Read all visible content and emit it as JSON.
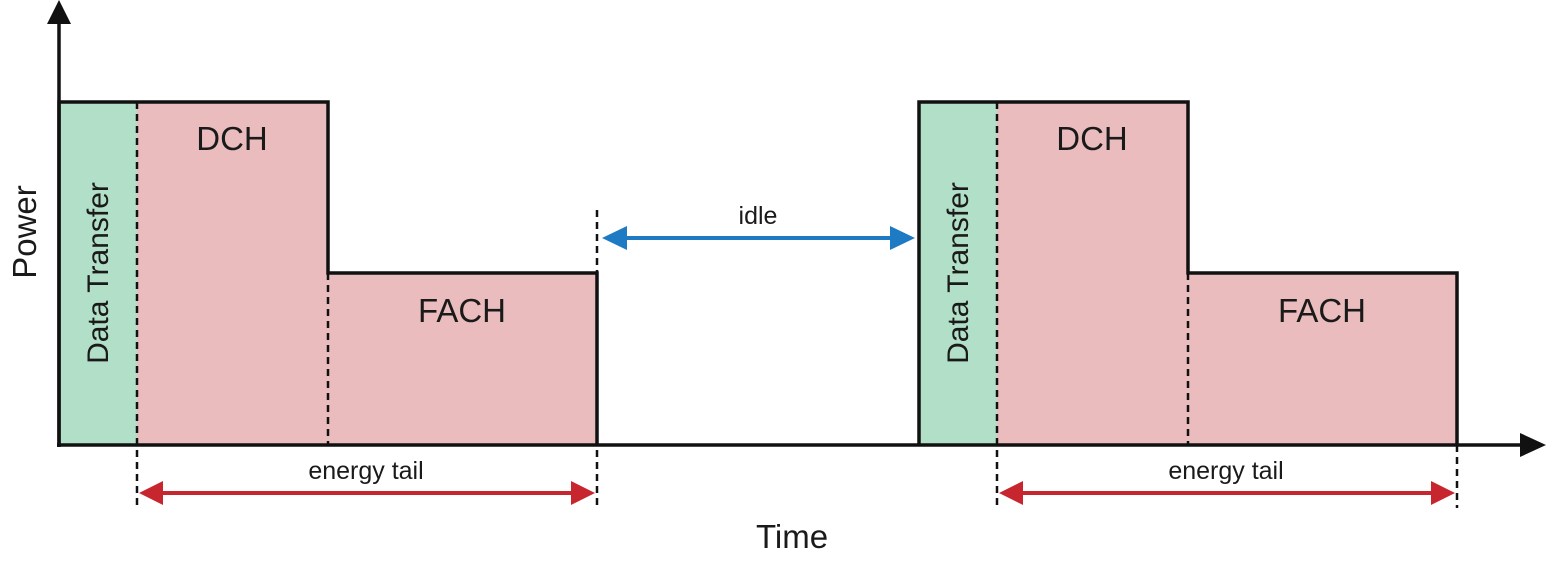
{
  "axes": {
    "y_label": "Power",
    "x_label": "Time"
  },
  "colors": {
    "data_transfer_fill": "#b2dfc7",
    "radio_state_fill": "#ebbcbd",
    "energy_tail_arrow": "#c8262f",
    "idle_arrow": "#1f7ac4",
    "outline": "#111111"
  },
  "cycles": [
    {
      "data_transfer_label": "Data Transfer",
      "dch_label": "DCH",
      "fach_label": "FACH",
      "energy_tail_label": "energy tail"
    },
    {
      "data_transfer_label": "Data Transfer",
      "dch_label": "DCH",
      "fach_label": "FACH",
      "energy_tail_label": "energy tail"
    }
  ],
  "idle_label": "idle"
}
